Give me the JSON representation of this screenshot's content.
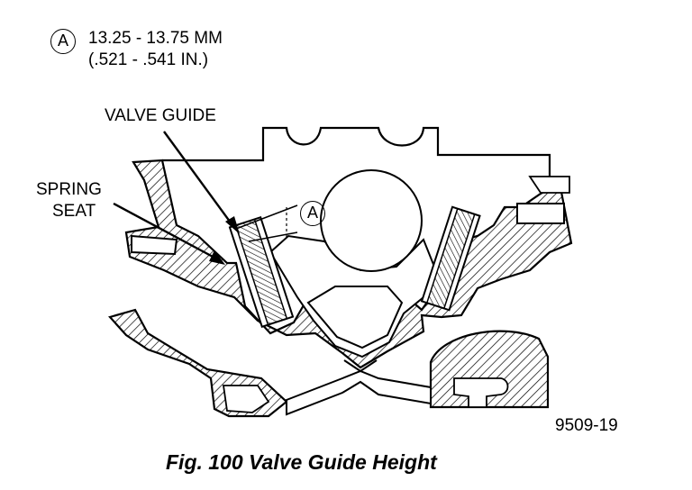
{
  "dimension": {
    "marker": "A",
    "metric": "13.25 - 13.75 MM",
    "imperial": "(.521 - .541 IN.)"
  },
  "callouts": {
    "valve_guide": "VALVE GUIDE",
    "spring_seat_line1": "SPRING",
    "spring_seat_line2": "SEAT",
    "marker": "A"
  },
  "figure_id": "9509-19",
  "caption": "Fig. 100 Valve Guide Height"
}
